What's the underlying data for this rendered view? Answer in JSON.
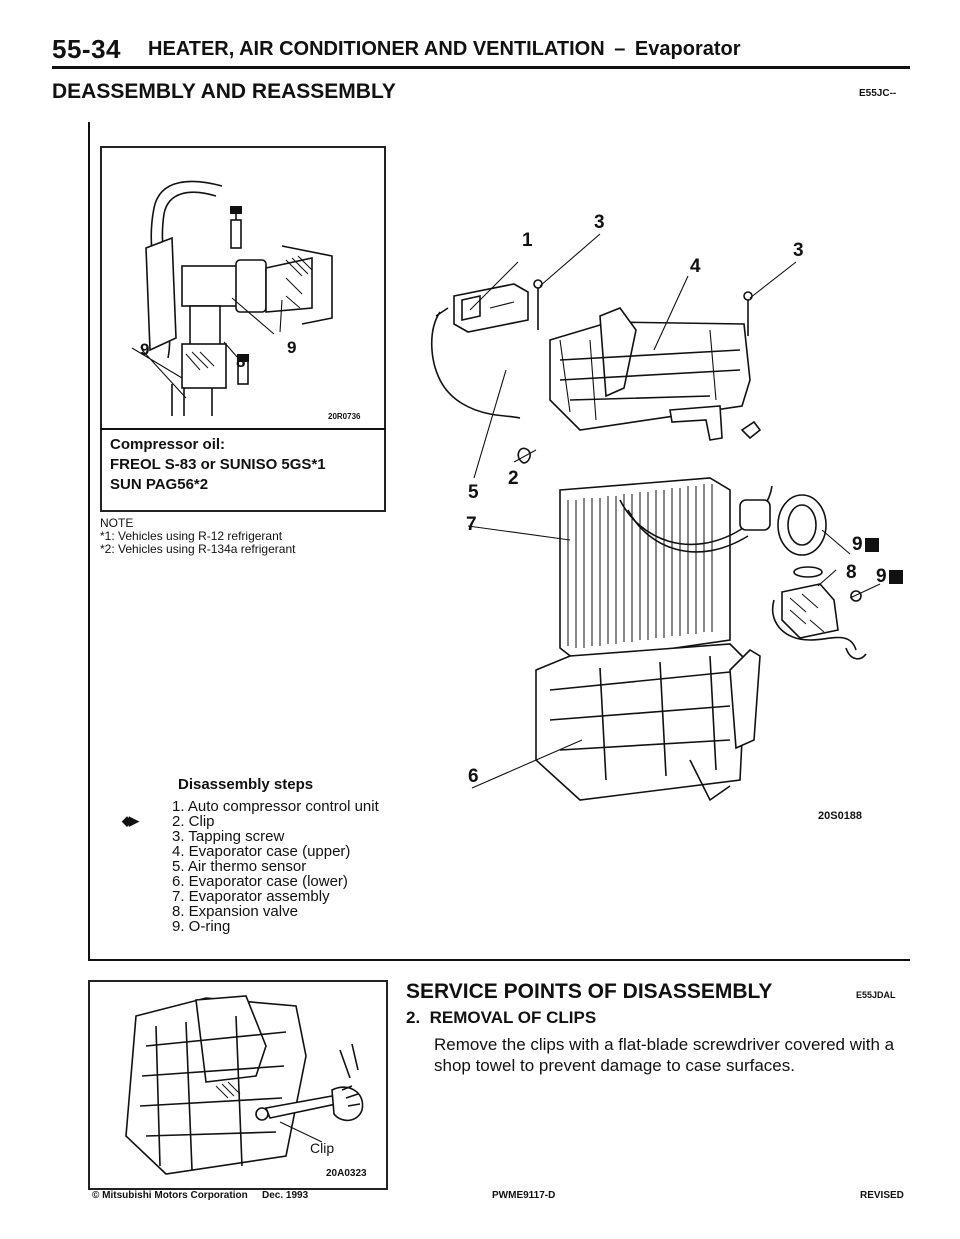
{
  "header": {
    "page_number": "55-34",
    "section_title": "HEATER, AIR CONDITIONER AND VENTILATION",
    "dash": "–",
    "subsection": "Evaporator"
  },
  "deassembly": {
    "title": "DEASSEMBLY AND REASSEMBLY",
    "code": "E55JC--",
    "inset": {
      "figure_code": "20R0736",
      "callouts": [
        "9",
        "9",
        "8"
      ],
      "oil_title": "Compressor oil:",
      "oil_line1": "FREOL S-83 or SUNISO 5GS*1",
      "oil_line2": "SUN PAG56*2"
    },
    "note": {
      "title": "NOTE",
      "line1": "*1: Vehicles using R-12 refrigerant",
      "line2": "*2: Vehicles using R-134a refrigerant"
    },
    "main_figure": {
      "figure_code": "20S0188",
      "callouts": [
        "1",
        "3",
        "3",
        "4",
        "2",
        "5",
        "7",
        "6",
        "8",
        "9",
        "9"
      ]
    },
    "steps": {
      "title": "Disassembly steps",
      "marker": "◆▶",
      "items": [
        "1. Auto compressor control unit",
        "2. Clip",
        "3. Tapping screw",
        "4. Evaporator case (upper)",
        "5. Air thermo sensor",
        "6. Evaporator case (lower)",
        "7. Evaporator assembly",
        "8. Expansion valve",
        "9. O-ring"
      ]
    }
  },
  "service": {
    "figure_label": "Clip",
    "figure_code": "20A0323",
    "title": "SERVICE POINTS OF DISASSEMBLY",
    "code": "E55JDAL",
    "subtitle": "2.  REMOVAL OF CLIPS",
    "body": "Remove the clips with a flat-blade screwdriver covered with a shop towel to prevent damage to case surfaces."
  },
  "footer": {
    "copyright": "© Mitsubishi Motors Corporation",
    "date": "Dec. 1993",
    "doc_code": "PWME9117-D",
    "status": "REVISED"
  }
}
